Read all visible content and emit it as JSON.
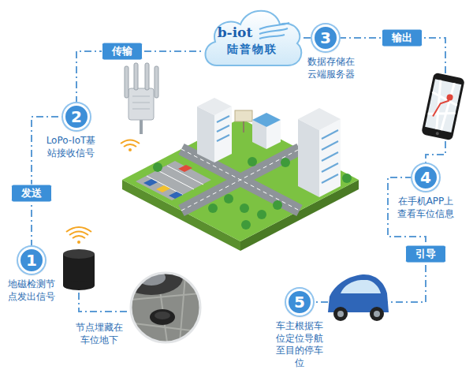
{
  "diagram": {
    "nodes": [
      {
        "text": [
          "b-iot",
          "陆普物联"
        ]
      },
      {
        "text": [
          "1",
          "地磁检测节点发出信号"
        ]
      },
      {
        "text": [
          "2",
          "LoPo-IoT基站接收信号"
        ]
      },
      {
        "text": [
          "3",
          "数据存储在云端服务器"
        ]
      },
      {
        "text": [
          "4",
          "在手机APP上查看车位信息"
        ]
      },
      {
        "text": [
          "5",
          "车主根据车位定位导航至目的停车位"
        ]
      }
    ],
    "edges": [
      {
        "from": 1,
        "to": 2,
        "label": "发送",
        "arrow": "none"
      },
      {
        "from": 2,
        "to": 0,
        "label": "传输",
        "arrow": "none"
      },
      {
        "from": 0,
        "to": 3,
        "arrow": "none"
      },
      {
        "from": 3,
        "to": 4,
        "label": "输出",
        "arrow": "none"
      },
      {
        "from": 4,
        "to": 5,
        "label": "引导",
        "arrow": "none"
      }
    ],
    "labels": [
      "节点埋藏在车位地下"
    ]
  }
}
